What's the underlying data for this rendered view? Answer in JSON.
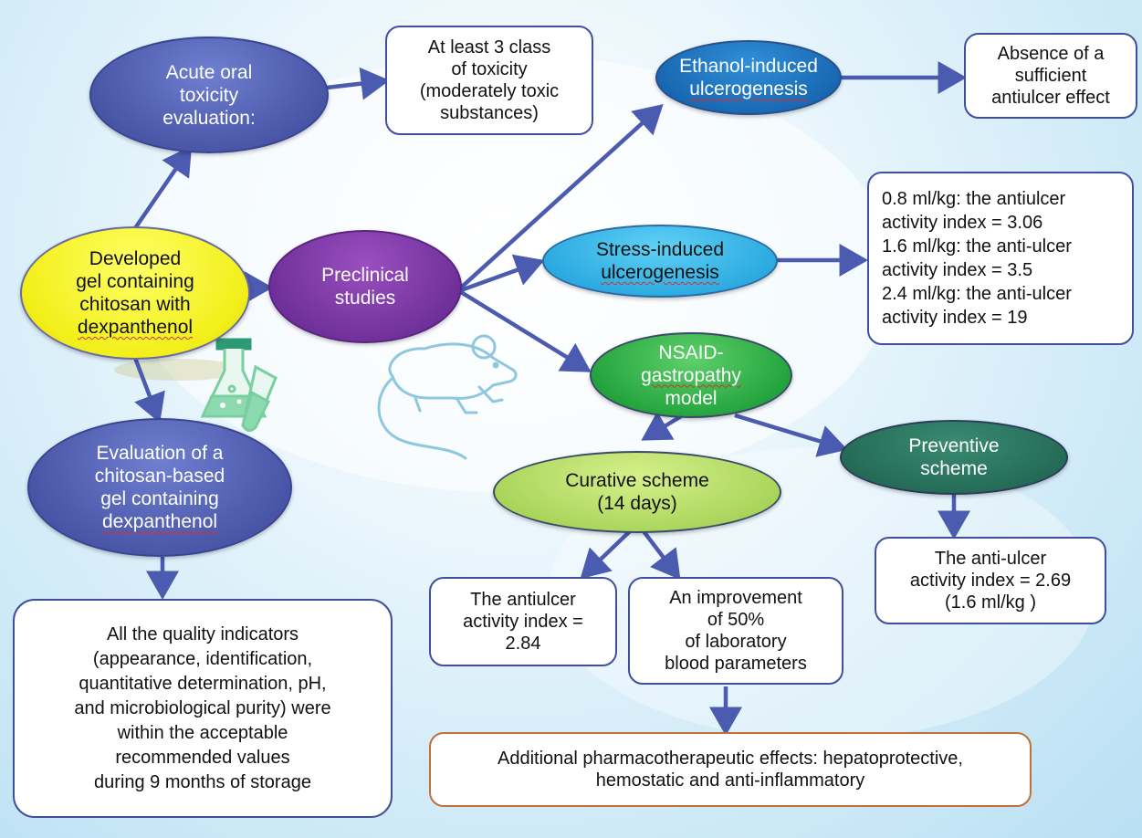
{
  "nodes": {
    "acute_oral": {
      "lines": [
        "Acute oral",
        "toxicity",
        "evaluation:"
      ]
    },
    "toxicity_class": {
      "lines": [
        "At least 3 class",
        "of toxicity",
        "(moderately toxic",
        "substances)"
      ]
    },
    "ethanol": {
      "line1": "Ethanol-induced",
      "line2": "ulcerogenesis"
    },
    "absence": {
      "lines": [
        "Absence of a",
        "sufficient",
        "antiulcer  effect"
      ]
    },
    "developed_gel": {
      "line1": "Developed",
      "line2": "gel containing",
      "line3": "chitosan with",
      "line4": "dexpanthenol"
    },
    "preclinical": {
      "lines": [
        "Preclinical",
        "studies"
      ]
    },
    "stress": {
      "line1": "Stress-induced",
      "line2": "ulcerogenesis"
    },
    "stress_results": {
      "lines": [
        "0.8 ml/kg: the antiulcer",
        "activity index = 3.06",
        "1.6 ml/kg: the anti-ulcer",
        "activity index = 3.5",
        "2.4 ml/kg: the anti-ulcer",
        "activity index = 19"
      ]
    },
    "nsaid": {
      "line1": "NSAID-",
      "line2": "gastropathy",
      "line3": "model"
    },
    "evaluation": {
      "line1": "Evaluation of a",
      "line2": "chitosan-based",
      "line3": "gel containing",
      "line4": "dexpanthenol"
    },
    "preventive": {
      "lines": [
        "Preventive",
        "scheme"
      ]
    },
    "curative": {
      "lines": [
        "Curative scheme",
        "(14 days)"
      ]
    },
    "preventive_result": {
      "lines": [
        "The anti-ulcer",
        "activity index = 2.69",
        "(1.6 ml/kg )"
      ]
    },
    "curative_index": {
      "lines": [
        "The antiulcer",
        "activity index =",
        "2.84"
      ]
    },
    "improvement": {
      "lines": [
        "An improvement",
        "of 50%",
        "of laboratory",
        "blood parameters"
      ]
    },
    "quality": {
      "lines": [
        "All the quality indicators",
        "(appearance, identification,",
        "quantitative determination, pH,",
        "and microbiological purity) were",
        "within the acceptable",
        "recommended values",
        "during 9 months of storage"
      ]
    },
    "additional": {
      "lines": [
        "Additional pharmacotherapeutic  effects: hepatoprotective,",
        "hemostatic and anti-inflammatory"
      ]
    }
  },
  "colors": {
    "arrow": "#4a5bb0",
    "box_border": "#3f4f9a",
    "orange_border": "#c0703a"
  },
  "icons": [
    "flask-icon",
    "test-tube-icon",
    "mouse-icon"
  ]
}
